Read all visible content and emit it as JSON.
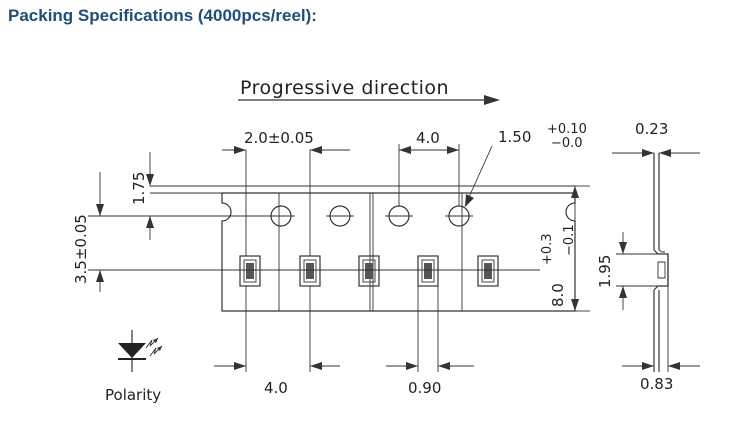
{
  "heading": "Packing Specifications (4000pcs/reel):",
  "direction_label": "Progressive direction",
  "polarity_label": "Polarity",
  "dims": {
    "sprocket_pitch_tol": "2.0±0.05",
    "hole_pitch": "4.0",
    "hole_dia": "1.50",
    "hole_dia_tol_plus": "+0.10",
    "hole_dia_tol_minus": "−0.0",
    "tape_thickness": "0.23",
    "edge_to_hole": "1.75",
    "hole_to_pocket": "3.5±0.05",
    "tape_width": "8.0",
    "tape_width_tol_plus": "+0.3",
    "tape_width_tol_minus": "−0.1",
    "pocket_depth": "1.95",
    "pocket_pitch": "4.0",
    "pocket_width": "0.90",
    "pocket_thickness": "0.83"
  }
}
